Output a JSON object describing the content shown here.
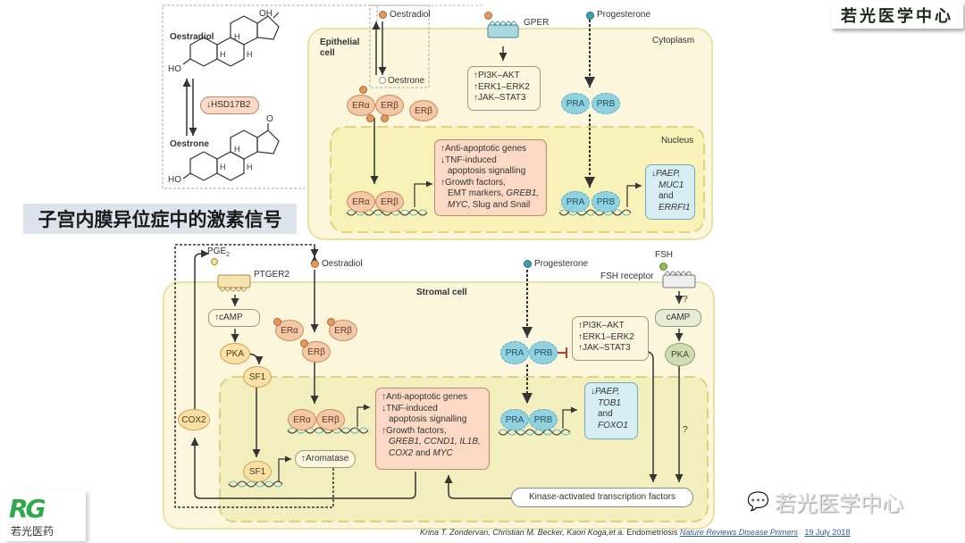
{
  "banner": {
    "title_cn": "子宫内膜异位症中的激素信号",
    "watermark_cn": "若光医学中心",
    "logo_text_cn": "若光医药",
    "wechat_watermark_cn": "若光医学中心"
  },
  "structure_panel": {
    "oestradiol_label": "Oestradiol",
    "oestrone_label": "Oestrone",
    "oh_top": "OH",
    "ho_top": "HO",
    "ho_bottom": "HO",
    "ketone_o": "O",
    "h_labels": [
      "H",
      "H",
      "H",
      "H",
      "H",
      "H"
    ],
    "enzyme": "↓HSD17B2"
  },
  "epithelial": {
    "cell_label": "Epithelial\ncell",
    "cytoplasm_label": "Cytoplasm",
    "nucleus_label": "Nucleus",
    "oestradiol": "Oestradiol",
    "oestrone": "Oestrone",
    "gper": "GPER",
    "progesterone": "Progesterone",
    "gper_box": [
      "↑PI3K–AKT",
      "↑ERK1–ERK2",
      "↑JAK–STAT3"
    ],
    "receptors_cyto": [
      "ERα",
      "ERβ",
      "ERβ"
    ],
    "receptors_nuc": [
      "ERα",
      "ERβ"
    ],
    "pr_cyto": [
      "PRA",
      "PRB"
    ],
    "pr_nuc": [
      "PRA",
      "PRB"
    ],
    "er_targets": [
      {
        "arrow": "↑",
        "text": "Anti-apoptotic genes"
      },
      {
        "arrow": "↓",
        "text": "TNF-induced"
      },
      {
        "arrow": "",
        "text": "apoptosis signalling"
      },
      {
        "arrow": "↑",
        "text": "Growth factors,"
      },
      {
        "arrow": "",
        "text": "EMT markers, ",
        "italic": "GREB1,"
      },
      {
        "arrow": "",
        "italic": "MYC",
        "text": ", Slug and Snail"
      }
    ],
    "pr_targets": [
      {
        "arrow": "↓",
        "italic": "PAEP,"
      },
      {
        "italic": "MUC1"
      },
      {
        "text": "and"
      },
      {
        "italic": "ERRFI1"
      }
    ]
  },
  "stromal": {
    "cell_label": "Stromal cell",
    "pge2": "PGE",
    "pge2_sub": "2",
    "ptger2": "PTGER2",
    "oestradiol": "Oestradiol",
    "progesterone": "Progesterone",
    "fsh": "FSH",
    "fsh_receptor": "FSH receptor",
    "camp_up": "↑cAMP",
    "pka": "PKA",
    "sf1_top": "SF1",
    "sf1_bottom": "SF1",
    "cox2": "COX2",
    "aromatase": "↑Aromatase",
    "receptors_cyto": [
      "ERα",
      "ERβ",
      "ERβ"
    ],
    "receptors_nuc": [
      "ERα",
      "ERβ"
    ],
    "pr_cyto": [
      "PRA",
      "PRB"
    ],
    "pr_nuc": [
      "PRA",
      "PRB"
    ],
    "kinase_box": [
      "↑PI3K–AKT",
      "↑ERK1–ERK2",
      "↑JAK–STAT3"
    ],
    "fsh_camp": "cAMP",
    "fsh_pka": "PKA",
    "question_1": "?",
    "question_2": "?",
    "er_targets": [
      {
        "arrow": "↑",
        "text": "Anti-apoptotic genes"
      },
      {
        "arrow": "↓",
        "text": "TNF-induced"
      },
      {
        "arrow": "",
        "text": "apoptosis signalling"
      },
      {
        "arrow": "↑",
        "text": "Growth factors,"
      },
      {
        "italic": "GREB1, CCND1, IL1B,"
      },
      {
        "italic": "COX2",
        "text": " and ",
        "italic2": "MYC"
      }
    ],
    "pr_targets": [
      {
        "arrow": "↓",
        "italic": "PAEP,"
      },
      {
        "italic": "TOB1"
      },
      {
        "text": "and"
      },
      {
        "italic": "FOXO1"
      }
    ],
    "tf_box": "Kinase-activated transcription factors"
  },
  "citation": {
    "authors": "Krina T. Zondervan, Christian M. Becker,  Kaori Koga,et a.",
    "title": "Endometriosis",
    "journal": "Nature  Reviews  Disease Primers",
    "date": "19 July 2018"
  },
  "colors": {
    "cell_fill": "#fbf6dc",
    "nucleus_fill": "#f8f1b8",
    "er_fill": "#f6c9a6",
    "pr_fill": "#8fd2e0",
    "title_bg": "#dde3ec"
  }
}
